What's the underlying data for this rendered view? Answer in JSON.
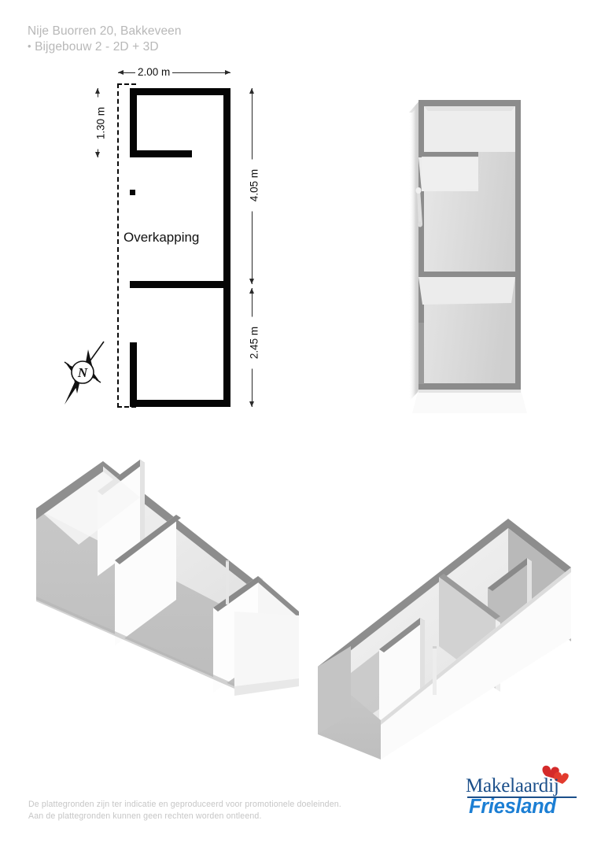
{
  "header": {
    "address": "Nije Buorren 20, Bakkeveen",
    "bullet": "•",
    "subtitle": "Bijgebouw 2 - 2D + 3D"
  },
  "plan2d": {
    "room_label": "Overkapping",
    "dimensions": {
      "width_top": "2.00 m",
      "left_segment": "1.30 m",
      "right_upper": "4.05 m",
      "right_lower": "2.45 m"
    },
    "compass": {
      "letter": "N",
      "name": "north-arrow"
    }
  },
  "views": {
    "top_right_label": "3d-top-view",
    "bottom_left_label": "3d-isometric-view-left",
    "bottom_right_label": "3d-isometric-view-right"
  },
  "footer": {
    "line1": "De plattegronden zijn ter indicatie en geproduceerd voor promotionele doeleinden.",
    "line2": "Aan de plattegronden kunnen geen rechten worden ontleend."
  },
  "logo": {
    "top": "Makelaardij",
    "bottom": "Friesland"
  },
  "colors": {
    "wall": "#050505",
    "text_muted": "#b8b8b8",
    "footer_text": "#c6c6c6",
    "logo_navy": "#1b4f8a",
    "logo_blue": "#1c7fd4",
    "logo_red": "#d42a2a",
    "wall_top_3d": "#8a8a8a",
    "wall_face_3d": "#fbfbfb",
    "floor_3d": "#d9d9d9"
  }
}
